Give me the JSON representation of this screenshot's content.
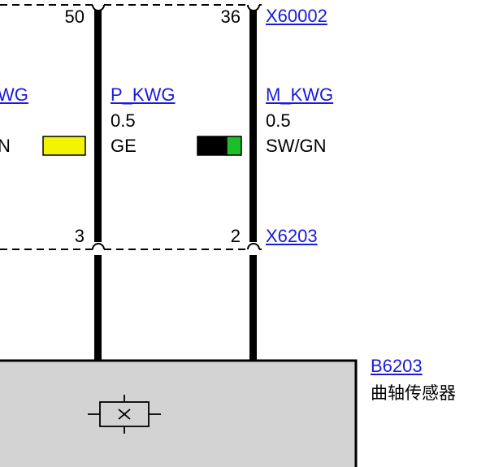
{
  "connectors": {
    "top": {
      "name": "X60002",
      "pin_left": "50",
      "pin_right": "36"
    },
    "bottom": {
      "name": "X6203",
      "pin_left": "3",
      "pin_right": "2"
    }
  },
  "wires": {
    "left_partial": {
      "label": "WG",
      "color_text": "N",
      "color_hex": "#f4f401"
    },
    "center": {
      "name": "P_KWG",
      "gauge": "0.5",
      "color": "GE"
    },
    "right": {
      "name": "M_KWG",
      "gauge": "0.5",
      "color": "SW/GN",
      "swatch_main": "#000000",
      "swatch_stripe": "#1bbf2a"
    }
  },
  "component": {
    "id": "B6203",
    "name": "曲轴传感器",
    "fill": "#d3d3d3"
  },
  "link_color": "#1a1adc"
}
